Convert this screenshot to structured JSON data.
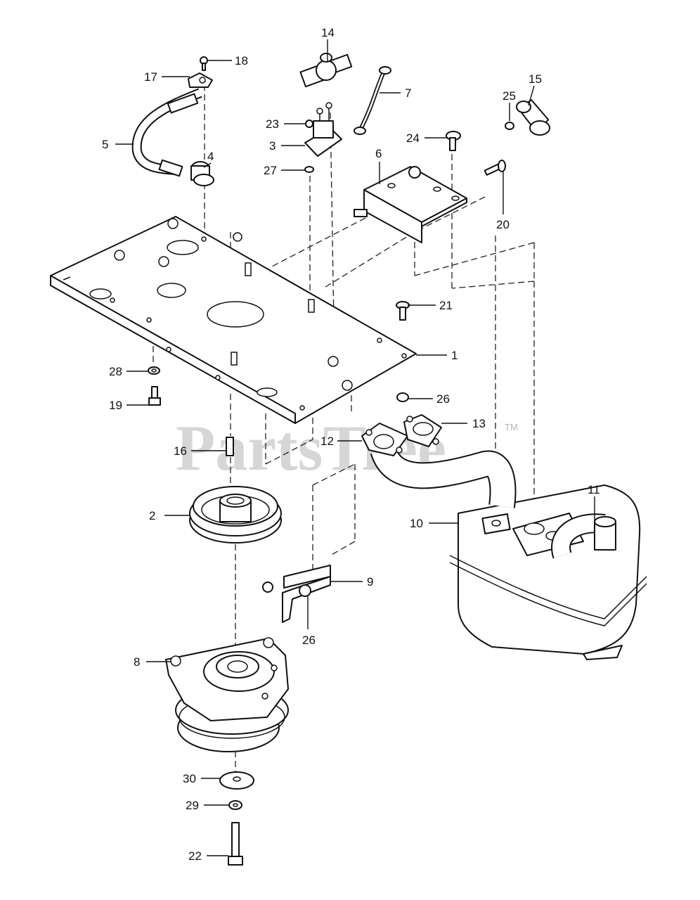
{
  "watermark": {
    "text": "PartsTree",
    "trademark": "TM"
  },
  "callouts": [
    "1",
    "2",
    "3",
    "4",
    "5",
    "6",
    "7",
    "8",
    "9",
    "10",
    "11",
    "12",
    "13",
    "14",
    "15",
    "16",
    "17",
    "18",
    "19",
    "20",
    "21",
    "22",
    "23",
    "24",
    "25",
    "26",
    "26",
    "27",
    "28",
    "29",
    "30"
  ]
}
